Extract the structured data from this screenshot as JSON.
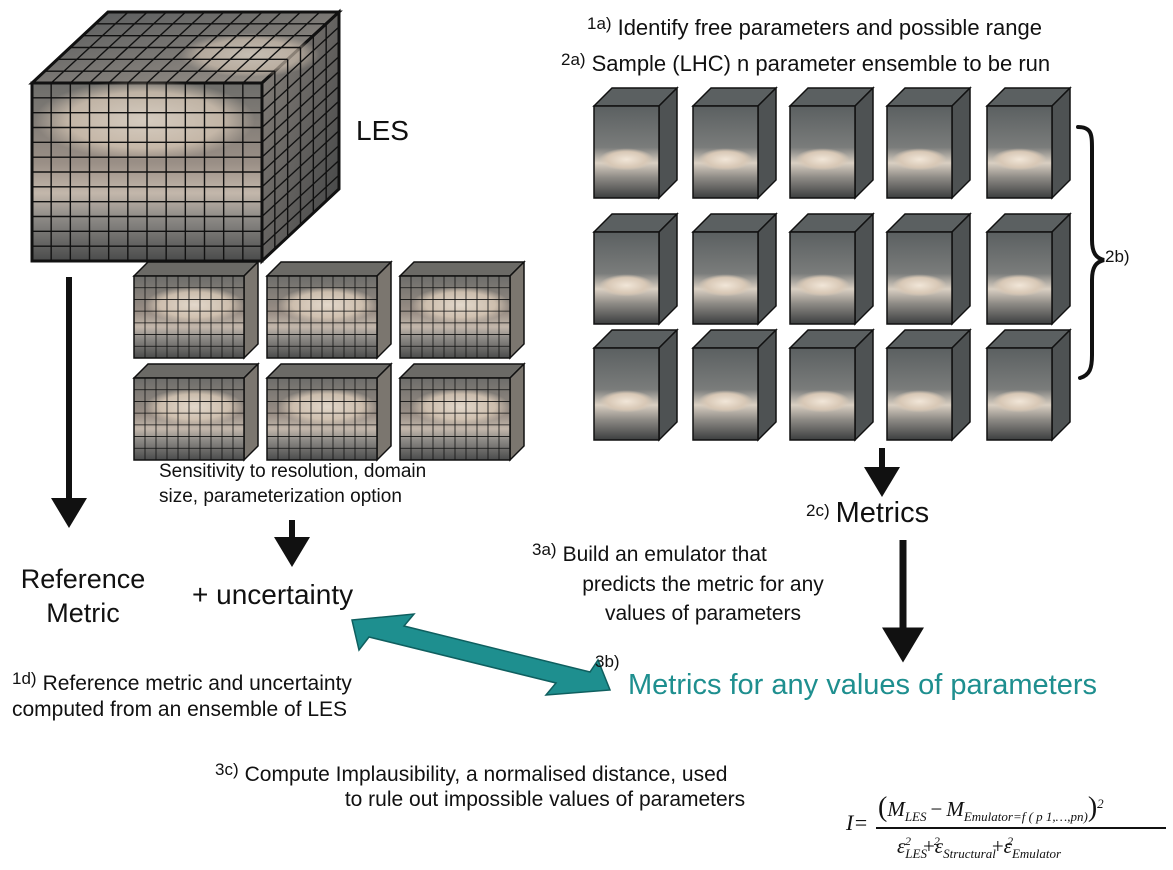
{
  "colors": {
    "teal": "#1e8f8f",
    "arrow": "#111111",
    "cube_face": "#5a5f5f"
  },
  "labels": {
    "step_1a": "1a)",
    "text_1a": "Identify free parameters and possible range",
    "step_2a": "2a)",
    "text_2a": "Sample (LHC) n parameter ensemble to be run",
    "les": "LES",
    "step_2b": "2b)",
    "sensitivity_line1": "Sensitivity to resolution, domain",
    "sensitivity_line2": "size, parameterization option",
    "step_2c": "2c)",
    "metrics": "Metrics",
    "reference_line1": "Reference",
    "reference_line2": "Metric",
    "uncertainty": "+ uncertainty",
    "step_3a": "3a)",
    "emulator_line1": "Build an emulator that",
    "emulator_line2": "predicts the metric for any",
    "emulator_line3": "values of parameters",
    "step_3b": "3b)",
    "metrics_any": "Metrics for any values of parameters",
    "step_1d": "1d)",
    "text_1d_line1": "Reference metric and uncertainty",
    "text_1d_line2": "computed from an ensemble of LES",
    "step_3c": "3c)",
    "text_3c_line1": "Compute Implausibility, a normalised distance, used",
    "text_3c_line2": "to rule out impossible values of parameters"
  },
  "formula": {
    "lhs": "I=",
    "m": "M",
    "les": "LES",
    "minus": "−",
    "emulator_f": "Emulator=f ( p 1,…,pn)",
    "power": "2",
    "eps": "ε",
    "plus": "+",
    "structural": "Structural",
    "emulator": "Emulator"
  },
  "ensemble": {
    "rows": 3,
    "cols": 5
  },
  "sensitivity_ensemble": {
    "rows": 2,
    "cols": 3
  }
}
